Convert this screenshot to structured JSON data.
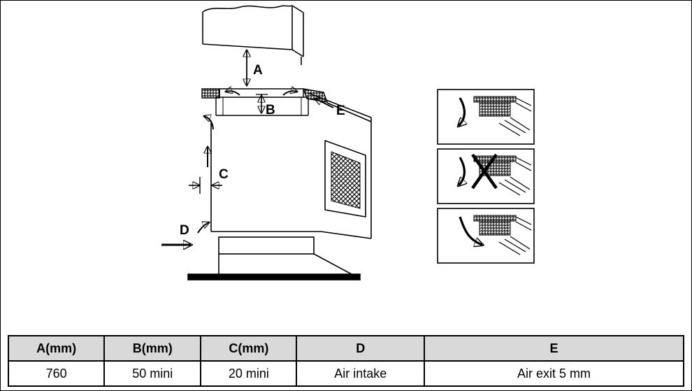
{
  "diagram": {
    "labels": {
      "a": "A",
      "b": "B",
      "c": "C",
      "d": "D",
      "e": "E"
    }
  },
  "table": {
    "headers": [
      "A(mm)",
      "B(mm)",
      "C(mm)",
      "D",
      "E"
    ],
    "values": [
      "760",
      "50 mini",
      "20 mini",
      "Air intake",
      "Air exit 5 mm"
    ]
  }
}
